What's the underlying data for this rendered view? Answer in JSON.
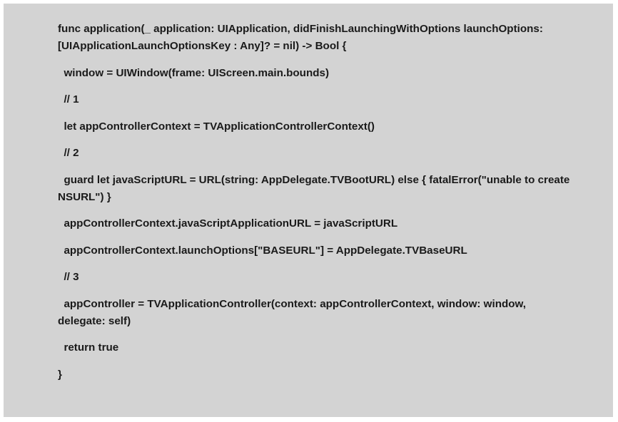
{
  "code": {
    "lines": [
      "func application(_ application: UIApplication, didFinishLaunchingWithOptions launchOptions: [UIApplicationLaunchOptionsKey : Any]? = nil) -> Bool {",
      "  window = UIWindow(frame: UIScreen.main.bounds)",
      "  // 1",
      "  let appControllerContext = TVApplicationControllerContext()",
      "  // 2",
      "  guard let javaScriptURL = URL(string: AppDelegate.TVBootURL) else { fatalError(\"unable to create NSURL\") }",
      "  appControllerContext.javaScriptApplicationURL = javaScriptURL",
      "  appControllerContext.launchOptions[\"BASEURL\"] = AppDelegate.TVBaseURL",
      "  // 3",
      "  appController = TVApplicationController(context: appControllerContext, window: window, delegate: self)",
      "  return true",
      "}"
    ]
  }
}
